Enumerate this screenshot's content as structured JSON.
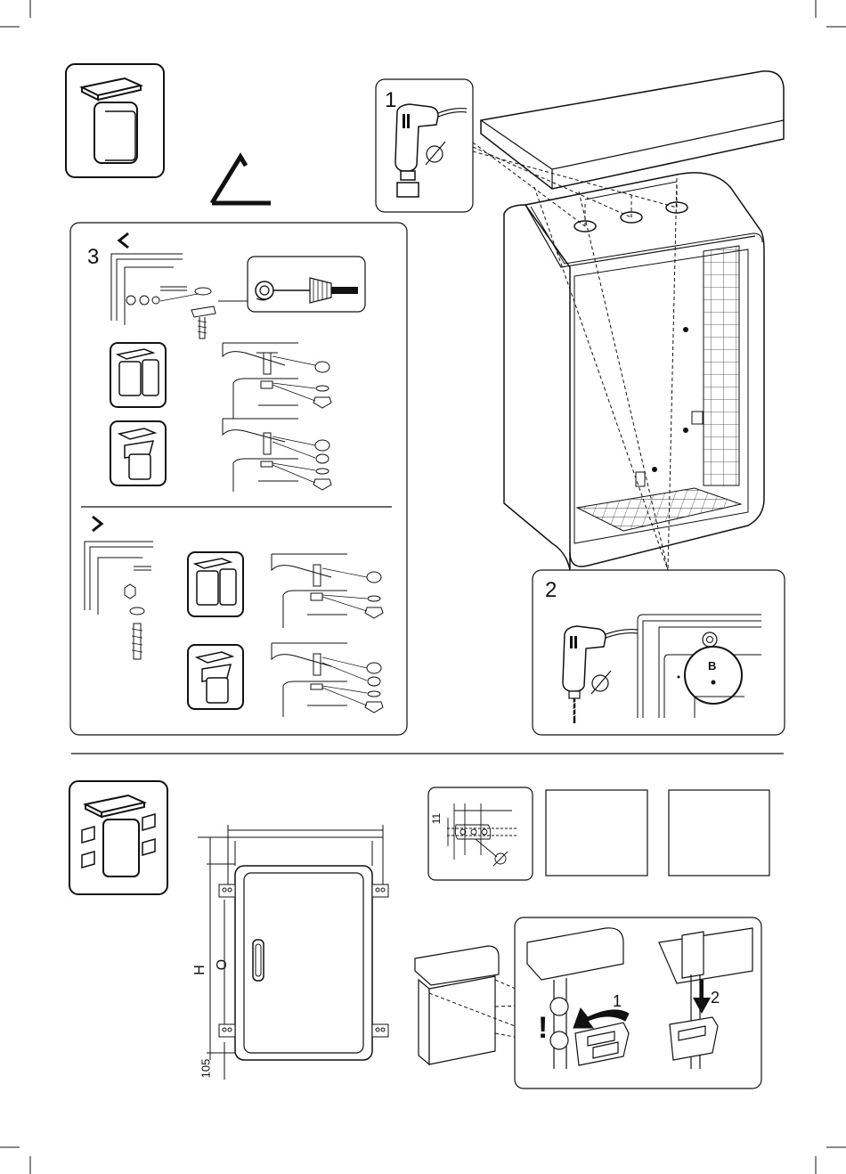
{
  "steps": {
    "step1": "1",
    "step2": "2",
    "step3": "3",
    "hanging_step1": "1",
    "hanging_step2": "2"
  },
  "markers": {
    "drill_point": "B",
    "warning": "!"
  },
  "dimensions": {
    "height": "H",
    "width_symbol": "O",
    "offset": "105",
    "hole_spacing": "11"
  },
  "icons": {
    "page_marks": "crop-mark-icon",
    "drill": "power-drill-icon",
    "diameter": "diameter-icon",
    "chevron_left": "chevron-left-icon",
    "chevron_right": "chevron-right-icon",
    "angle": "angle-icon"
  },
  "colors": {
    "ink": "#111111",
    "paper": "#ffffff",
    "panel_border": "#222222"
  }
}
